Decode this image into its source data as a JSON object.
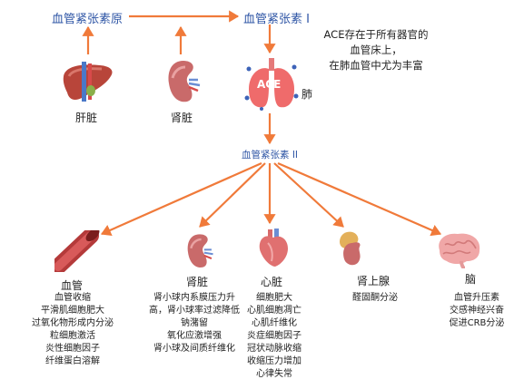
{
  "top": {
    "angiotensinogen": "血管紧张素原",
    "angiotensin_1": "血管紧张素 I",
    "angiotensin_2": "血管紧张素 II"
  },
  "sources": {
    "liver": "肝脏",
    "kidney": "肾脏",
    "lung": "肺",
    "ace_badge": "ACE"
  },
  "ace_note": [
    "ACE存在于所有器官的",
    "血管床上，",
    "在肺血管中尤为丰富"
  ],
  "targets": [
    {
      "name": "血管",
      "effects": [
        "血管收缩",
        "平滑肌细胞肥大",
        "过氧化物形成内分泌",
        "粒细胞激活",
        "炎性细胞因子",
        "纤维蛋白溶解"
      ]
    },
    {
      "name": "肾脏",
      "effects": [
        "肾小球内系膜压力升",
        "高，肾小球率过滤降低",
        "钠潴留",
        "氧化应激增强",
        "肾小球及间质纤维化"
      ]
    },
    {
      "name": "心脏",
      "effects": [
        "细胞肥大",
        "心肌细胞凋亡",
        "心肌纤维化",
        "炎症细胞因子",
        "冠状动脉收缩",
        "收缩压力增加",
        "心律失常"
      ]
    },
    {
      "name": "肾上腺",
      "effects": [
        "醛固酮分泌"
      ]
    },
    {
      "name": "脑",
      "effects": [
        "血管升压素",
        "交感神经兴奋",
        "促进CRB分泌"
      ]
    }
  ]
}
